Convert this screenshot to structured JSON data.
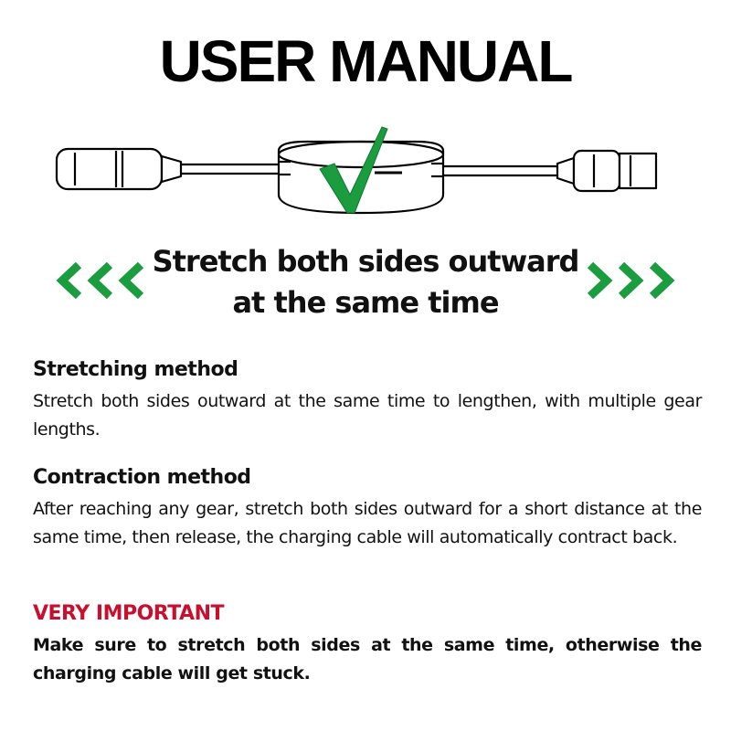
{
  "title": "USER MANUAL",
  "headline": "Stretch both sides outward at the same time",
  "colors": {
    "accent_green": "#1a9c3f",
    "important_red": "#c8102e",
    "text": "#111111"
  },
  "icons": {
    "check": "checkmark-icon",
    "left": "chevrons-left-icon",
    "right": "chevrons-right-icon"
  },
  "sections": {
    "stretching": {
      "heading": "Stretching method",
      "body": "Stretch both sides outward at the same time to lengthen, with multiple gear lengths."
    },
    "contraction": {
      "heading": "Contraction method",
      "body": "After reaching any gear, stretch both sides outward for a short distance at the same time, then release, the charging cable will automatically contract back."
    },
    "important": {
      "heading": "VERY IMPORTANT",
      "body": "Make sure to stretch both sides at the same time, otherwise the charging cable will get stuck."
    }
  }
}
